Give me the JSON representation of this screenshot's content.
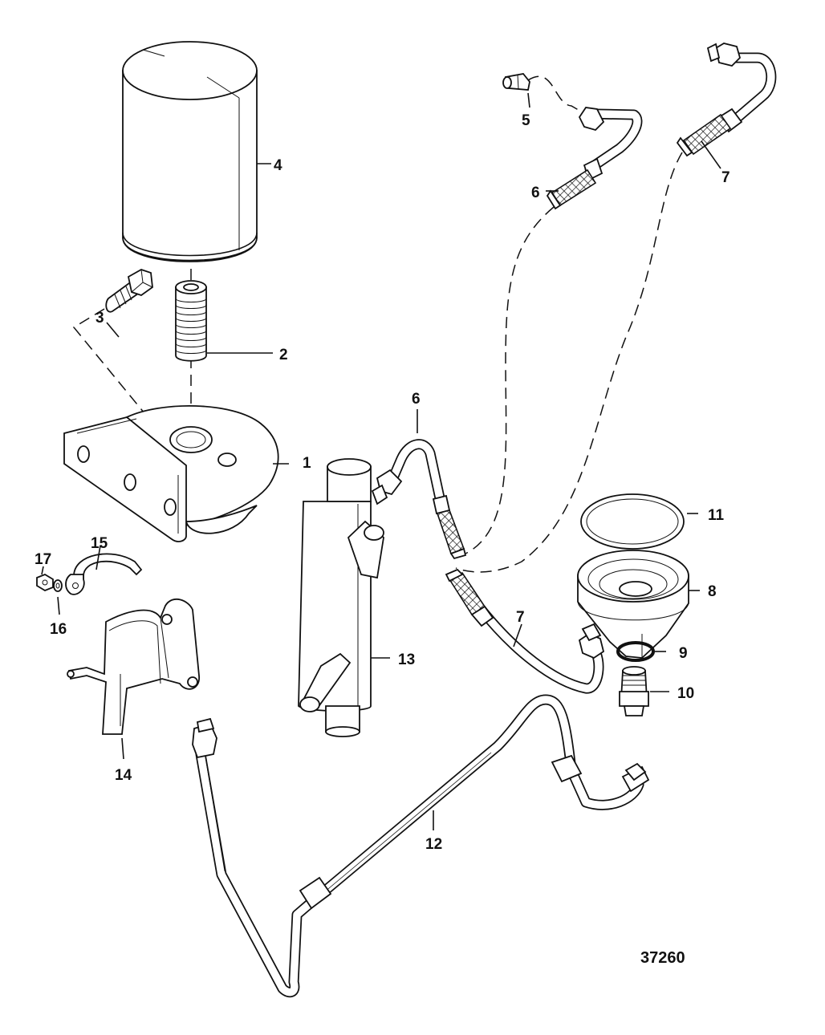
{
  "diagram": {
    "figure_number": "37260",
    "callouts": [
      {
        "id": "c1",
        "label": "1"
      },
      {
        "id": "c2",
        "label": "2"
      },
      {
        "id": "c3",
        "label": "3"
      },
      {
        "id": "c4",
        "label": "4"
      },
      {
        "id": "c5",
        "label": "5"
      },
      {
        "id": "c6a",
        "label": "6"
      },
      {
        "id": "c6b",
        "label": "6"
      },
      {
        "id": "c7a",
        "label": "7"
      },
      {
        "id": "c7b",
        "label": "7"
      },
      {
        "id": "c8",
        "label": "8"
      },
      {
        "id": "c9",
        "label": "9"
      },
      {
        "id": "c10",
        "label": "10"
      },
      {
        "id": "c11",
        "label": "11"
      },
      {
        "id": "c12",
        "label": "12"
      },
      {
        "id": "c13",
        "label": "13"
      },
      {
        "id": "c14",
        "label": "14"
      },
      {
        "id": "c15",
        "label": "15"
      },
      {
        "id": "c16",
        "label": "16"
      },
      {
        "id": "c17",
        "label": "17"
      }
    ]
  }
}
